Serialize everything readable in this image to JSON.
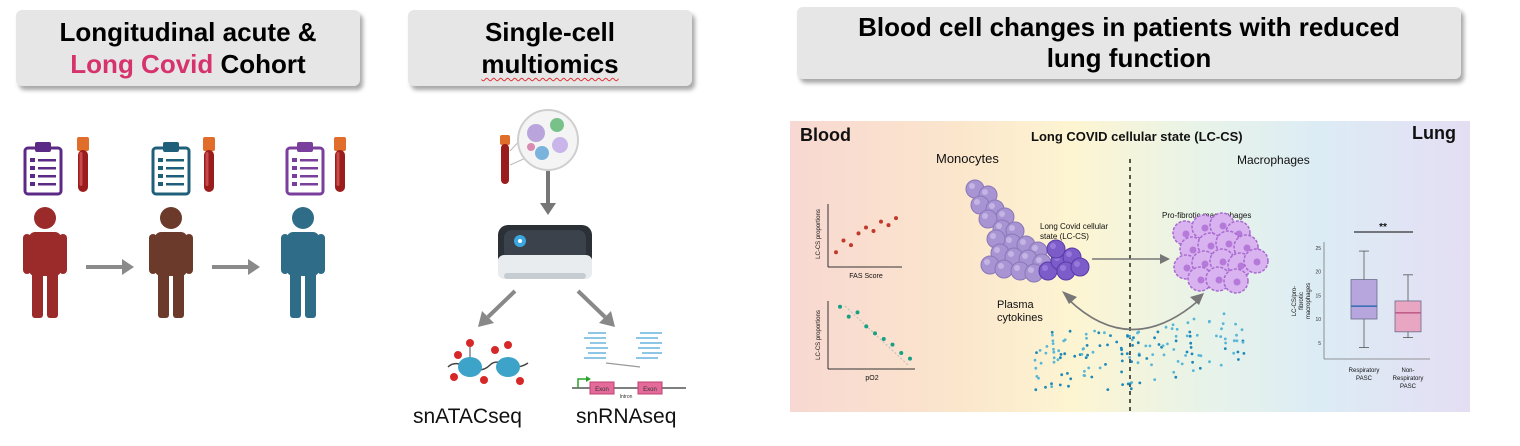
{
  "headers": {
    "cohort_line1": "Longitudinal acute &",
    "cohort_line2_pink": "Long Covid",
    "cohort_line2_rest": " Cohort",
    "multiomics_line1": "Single-cell",
    "multiomics_line2": "multiomics",
    "blood_line1": "Blood cell changes in patients with reduced",
    "blood_line2": "lung function"
  },
  "multiomics": {
    "assay_atac": "snATACseq",
    "assay_rna": "snRNAseq",
    "exon_label_1": "Exon",
    "exon_label_2": "Exon",
    "intron_label": "Intron"
  },
  "panel": {
    "left_label": "Blood",
    "right_label": "Lung",
    "title": "Long COVID cellular state (LC-CS)",
    "monocytes": "Monocytes",
    "macrophages": "Macrophages",
    "lccs_line1": "Long Covid cellular",
    "lccs_line2": "state (LC-CS)",
    "profibrotic": "Pro-fibrotic macrophages",
    "plasma_line1": "Plasma",
    "plasma_line2": "cytokines"
  },
  "chart_data": [
    {
      "type": "scatter",
      "ylabel": "LC-CS proportions",
      "xlabel": "FAS Score",
      "color": "#c0392b",
      "trend": "positive",
      "points": [
        [
          1,
          1
        ],
        [
          2,
          2
        ],
        [
          3,
          1.6
        ],
        [
          4,
          2.6
        ],
        [
          5,
          3.1
        ],
        [
          6,
          2.8
        ],
        [
          7,
          3.6
        ],
        [
          8,
          3.3
        ],
        [
          9,
          3.9
        ]
      ]
    },
    {
      "type": "scatter",
      "ylabel": "LC-CS proportions",
      "xlabel": "pO2",
      "color": "#16a085",
      "trend": "negative",
      "points": [
        [
          1,
          4.3
        ],
        [
          2,
          3.6
        ],
        [
          3,
          3.9
        ],
        [
          4,
          2.9
        ],
        [
          5,
          2.4
        ],
        [
          6,
          2.0
        ],
        [
          7,
          1.6
        ],
        [
          8,
          1.0
        ],
        [
          9,
          0.6
        ]
      ]
    },
    {
      "type": "box",
      "ylabel_line1": "LC-CS/pro-",
      "ylabel_line2": "fibrotic",
      "ylabel_line3": "macrophages",
      "significance": "**",
      "yticks": [
        "25",
        "20",
        "15",
        "10",
        "5"
      ],
      "categories": [
        {
          "name_line1": "Respiratory",
          "name_line2": "PASC",
          "name_line3": "",
          "min": 4,
          "q1": 10,
          "median": 12.7,
          "q3": 18.3,
          "max": 24.3,
          "fill": "#b7a6dd",
          "median_color": "#3d6fb8"
        },
        {
          "name_line1": "Non-",
          "name_line2": "Respiratory",
          "name_line3": "PASC",
          "min": 6.1,
          "q1": 7.3,
          "median": 11.3,
          "q3": 13.8,
          "max": 19.3,
          "fill": "#e8a6c2",
          "median_color": "#c0608a"
        }
      ]
    }
  ],
  "colors": {
    "accent_pink": "#d6336c",
    "person_red": "#9b2a2a",
    "person_brown": "#6b3a2a",
    "person_blue": "#2f6c87",
    "arrow_gray": "#8a8a8a"
  }
}
